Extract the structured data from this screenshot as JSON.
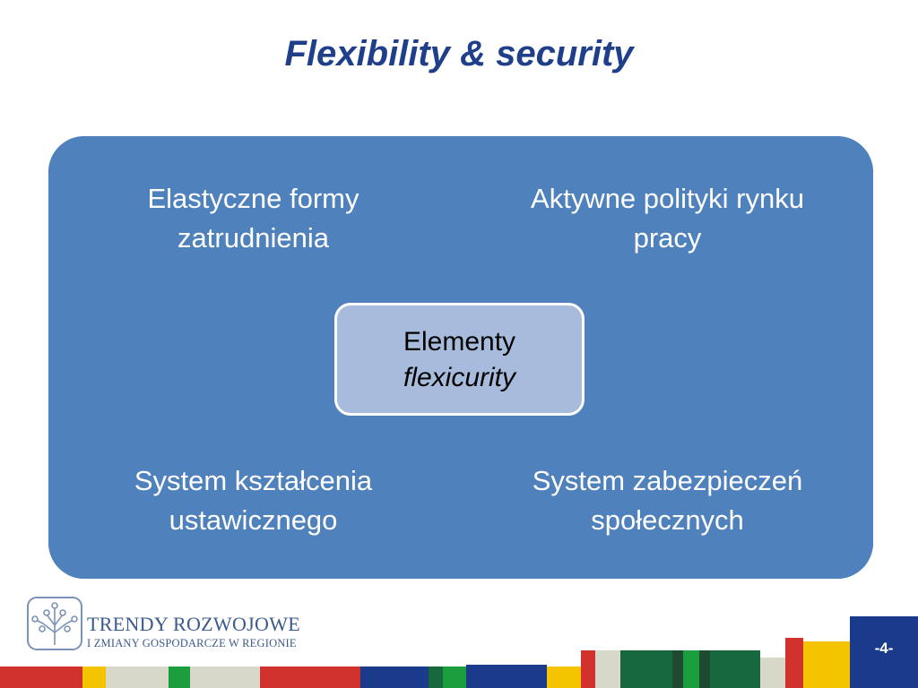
{
  "slide": {
    "title": "Flexibility & security",
    "page_number": "-4-"
  },
  "matrix": {
    "top_left": {
      "line1": "Elastyczne formy",
      "line2": "zatrudnienia"
    },
    "top_right": {
      "line1": "Aktywne polityki rynku",
      "line2": "pracy"
    },
    "bottom_left": {
      "line1": "System kształcenia",
      "line2": "ustawicznego"
    },
    "bottom_right": {
      "line1": "System zabezpieczeń",
      "line2": "społecznych"
    },
    "center": {
      "line1": "Elementy",
      "line2": "flexicurity"
    }
  },
  "footer": {
    "brand_line1": "TRENDY ROZWOJOWE",
    "brand_line2": "I ZMIANY GOSPODARCZE W REGIONIE",
    "logo_icon": "tree-circuit-icon"
  },
  "colors": {
    "title": "#1f3f8a",
    "quadrant": "#4f81bd",
    "center_box": "#a7bcdc",
    "page_badge": "#1a3a8c",
    "stripe_red": "#d0312d",
    "stripe_yellow": "#f5c400",
    "stripe_green": "#1b9e3e",
    "stripe_dark_green": "#17683c",
    "stripe_navy": "#1a3a8c",
    "stripe_light": "#d8d8c8"
  }
}
